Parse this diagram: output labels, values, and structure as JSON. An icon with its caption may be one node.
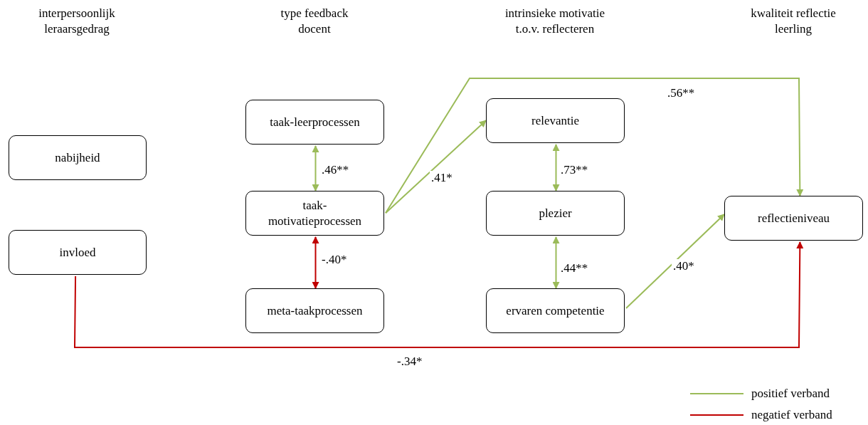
{
  "diagram": {
    "nodes": [
      {
        "text": [
          "nabijheid"
        ]
      },
      {
        "text": [
          "invloed"
        ]
      },
      {
        "text": [
          "taak-leerprocessen"
        ]
      },
      {
        "text": [
          "taak-motivatieprocessen"
        ]
      },
      {
        "text": [
          "meta-taakprocessen"
        ]
      },
      {
        "text": [
          "relevantie"
        ]
      },
      {
        "text": [
          "plezier"
        ]
      },
      {
        "text": [
          "ervaren competentie"
        ]
      },
      {
        "text": [
          "reflectieniveau"
        ]
      }
    ],
    "edges": [
      {
        "from": 2,
        "to": 3,
        "arrow": "both",
        "label": ".46**"
      },
      {
        "from": 3,
        "to": 4,
        "arrow": "both",
        "label": "-.40*",
        "color": "#c00000"
      },
      {
        "from": 3,
        "to": 5,
        "arrow": "to",
        "label": ".41*"
      },
      {
        "from": 3,
        "to": 8,
        "arrow": "to",
        "label": ".56**"
      },
      {
        "from": 5,
        "to": 6,
        "arrow": "both",
        "label": ".73**"
      },
      {
        "from": 6,
        "to": 7,
        "arrow": "both",
        "label": ".44**"
      },
      {
        "from": 7,
        "to": 8,
        "arrow": "to",
        "label": ".40*"
      },
      {
        "from": 1,
        "to": 8,
        "arrow": "to",
        "label": "-.34*",
        "color": "#c00000"
      }
    ],
    "labels": [
      "interpersoonlijk leraarsgedrag",
      "type feedback docent",
      "intrinsieke motivatie t.o.v. reflecteren",
      "kwaliteit reflectie leerling"
    ],
    "legend": [
      {
        "text": "positief verband"
      },
      {
        "text": "negatief verband"
      }
    ]
  }
}
